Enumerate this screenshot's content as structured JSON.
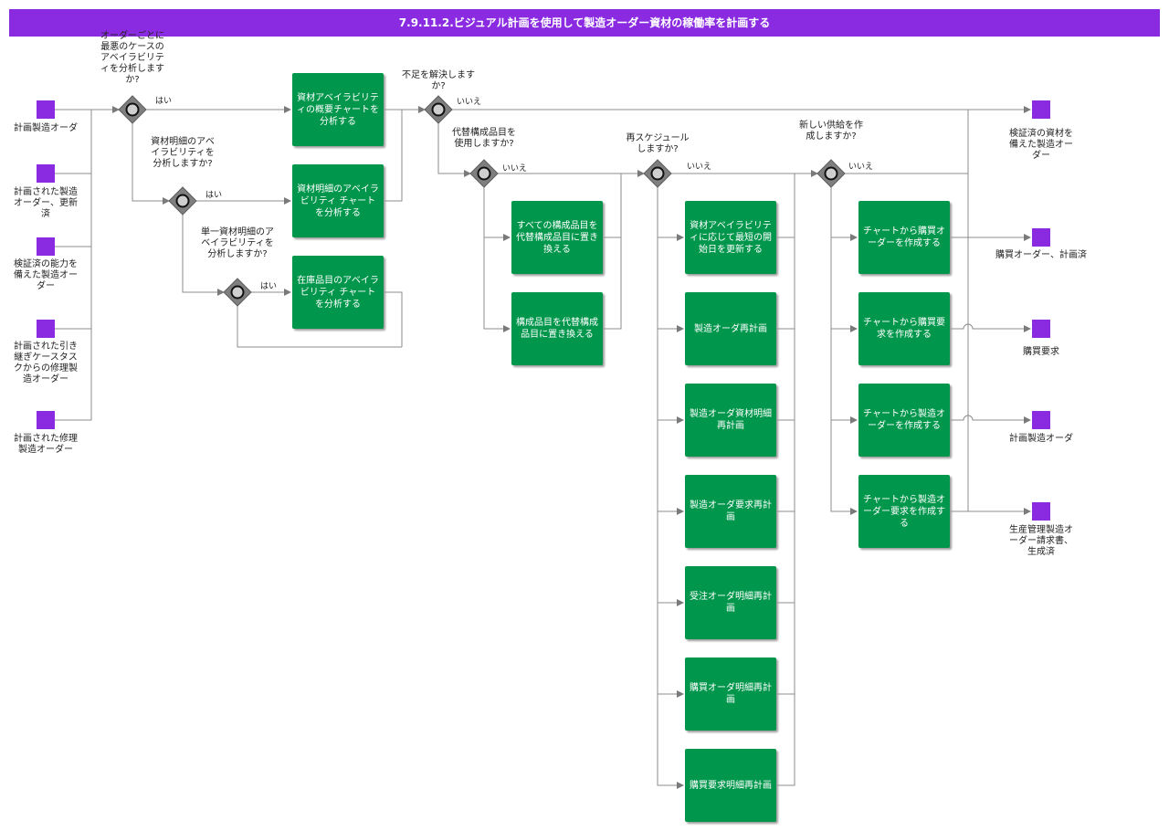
{
  "title": "7.9.11.2.ビジュアル計画を使用して製造オーダー資材の稼働率を計画する",
  "inputs": [
    {
      "id": "in1",
      "label": "計画製造オーダ"
    },
    {
      "id": "in2",
      "label": "計画された製造オーダー、更新済"
    },
    {
      "id": "in3",
      "label": "検証済の能力を備えた製造オーダー"
    },
    {
      "id": "in4",
      "label": "計画された引き 継ぎケースタス クからの修理製 造オーダー"
    },
    {
      "id": "in5",
      "label": "計画された修理製造オーダー"
    }
  ],
  "outputs": [
    {
      "id": "out1",
      "label": "検証済の資材を備えた製造オーダー"
    },
    {
      "id": "out2",
      "label": "購買オーダー、計画済"
    },
    {
      "id": "out3",
      "label": "購買要求"
    },
    {
      "id": "out4",
      "label": "計画製造オーダ"
    },
    {
      "id": "out5",
      "label": "生産管理製造オーダー請求書、生成済"
    }
  ],
  "gateways": [
    {
      "id": "g1",
      "question": "オーダーごとに最悪のケースのアベイラビリティを分析しますか?"
    },
    {
      "id": "g2",
      "question": "資材明細のアベイラビリティを分析しますか?"
    },
    {
      "id": "g3",
      "question": "単一資材明細のアベイラビリティを分析しますか?"
    },
    {
      "id": "g4",
      "question": "不足を解決します か?"
    },
    {
      "id": "g5",
      "question": "代替構成品目を使用しますか?"
    },
    {
      "id": "g6",
      "question": "再スケジュールしますか?"
    },
    {
      "id": "g7",
      "question": "新しい供給を作成しますか?"
    }
  ],
  "flow_labels": {
    "yes": "はい",
    "no": "いいえ"
  },
  "tasks": [
    {
      "id": "t1",
      "label": "資材アベイラビリティの概要チャートを分析する"
    },
    {
      "id": "t2",
      "label": "資材明細のアベイラビリティ チャートを分析する"
    },
    {
      "id": "t3",
      "label": "在庫品目のアベイラビリティ チャートを分析する"
    },
    {
      "id": "t4",
      "label": "すべての構成品目を代替構成品目に置き換える"
    },
    {
      "id": "t5",
      "label": "構成品目を代替構成品目に置き換える"
    },
    {
      "id": "t6",
      "label": "資材アベイラビリティに応じて最短の開始日を更新する"
    },
    {
      "id": "t7",
      "label": "製造オーダ再計画"
    },
    {
      "id": "t8",
      "label": "製造オーダ資材明細再計画"
    },
    {
      "id": "t9",
      "label": "製造オーダ要求再計画"
    },
    {
      "id": "t10",
      "label": "受注オーダ明細再計画"
    },
    {
      "id": "t11",
      "label": "購買オーダ明細再計画"
    },
    {
      "id": "t12",
      "label": "購買要求明細再計画"
    },
    {
      "id": "t13",
      "label": "チャートから購買オーダーを作成する"
    },
    {
      "id": "t14",
      "label": "チャートから購買要求を作成する"
    },
    {
      "id": "t15",
      "label": "チャートから製造オーダーを作成する"
    },
    {
      "id": "t16",
      "label": "チャートから製造オーダー要求を作成する"
    }
  ],
  "colors": {
    "banner": "#8a2be2",
    "task": "#00964b",
    "event": "#8a2be2",
    "gateway": "#7f7f7f",
    "line": "#8c8c8c"
  }
}
